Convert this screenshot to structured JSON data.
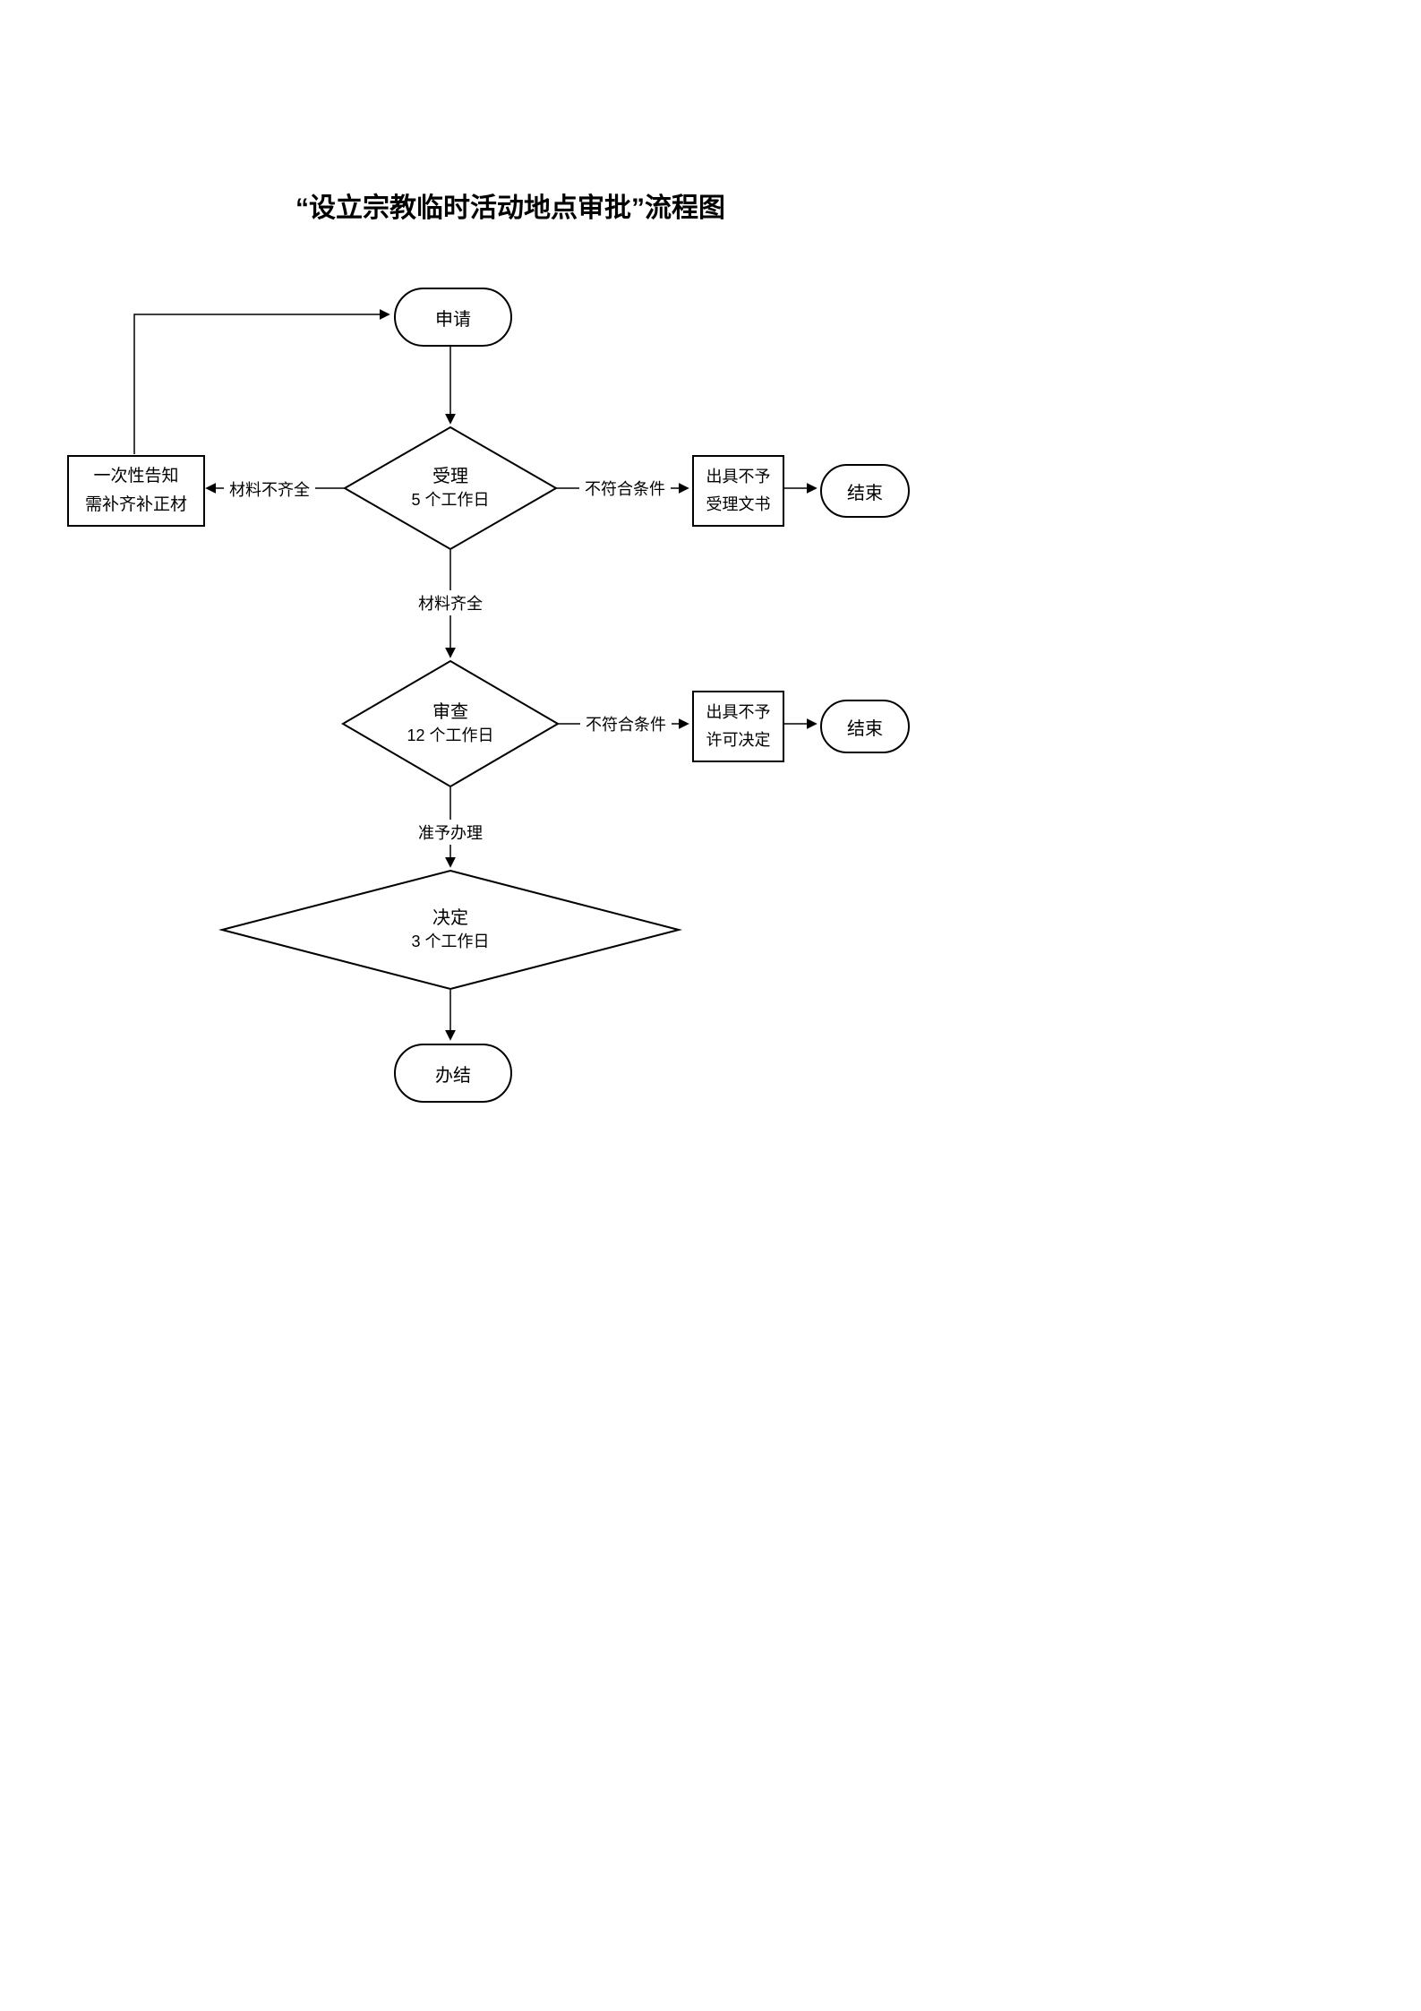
{
  "title": "“设立宗教临时活动地点审批”流程图",
  "nodes": {
    "start": {
      "label": "申请"
    },
    "accept": {
      "line1": "受理",
      "line2": "5 个工作日"
    },
    "notify": {
      "line1": "一次性告知",
      "line2": "需补齐补正材"
    },
    "no_accept_doc": {
      "line1": "出具不予",
      "line2": "受理文书"
    },
    "end1": {
      "label": "结束"
    },
    "review": {
      "line1": "审查",
      "line2": "12 个工作日"
    },
    "no_permit_doc": {
      "line1": "出具不予",
      "line2": "许可决定"
    },
    "end2": {
      "label": "结束"
    },
    "decide": {
      "line1": "决定",
      "line2": "3 个工作日"
    },
    "finish": {
      "label": "办结"
    }
  },
  "edge_labels": {
    "materials_incomplete": "材料不齐全",
    "not_qualified_1": "不符合条件",
    "materials_complete": "材料齐全",
    "not_qualified_2": "不符合条件",
    "approved": "准予办理"
  },
  "colors": {
    "line": "#000000",
    "background": "#ffffff",
    "text": "#000000"
  }
}
